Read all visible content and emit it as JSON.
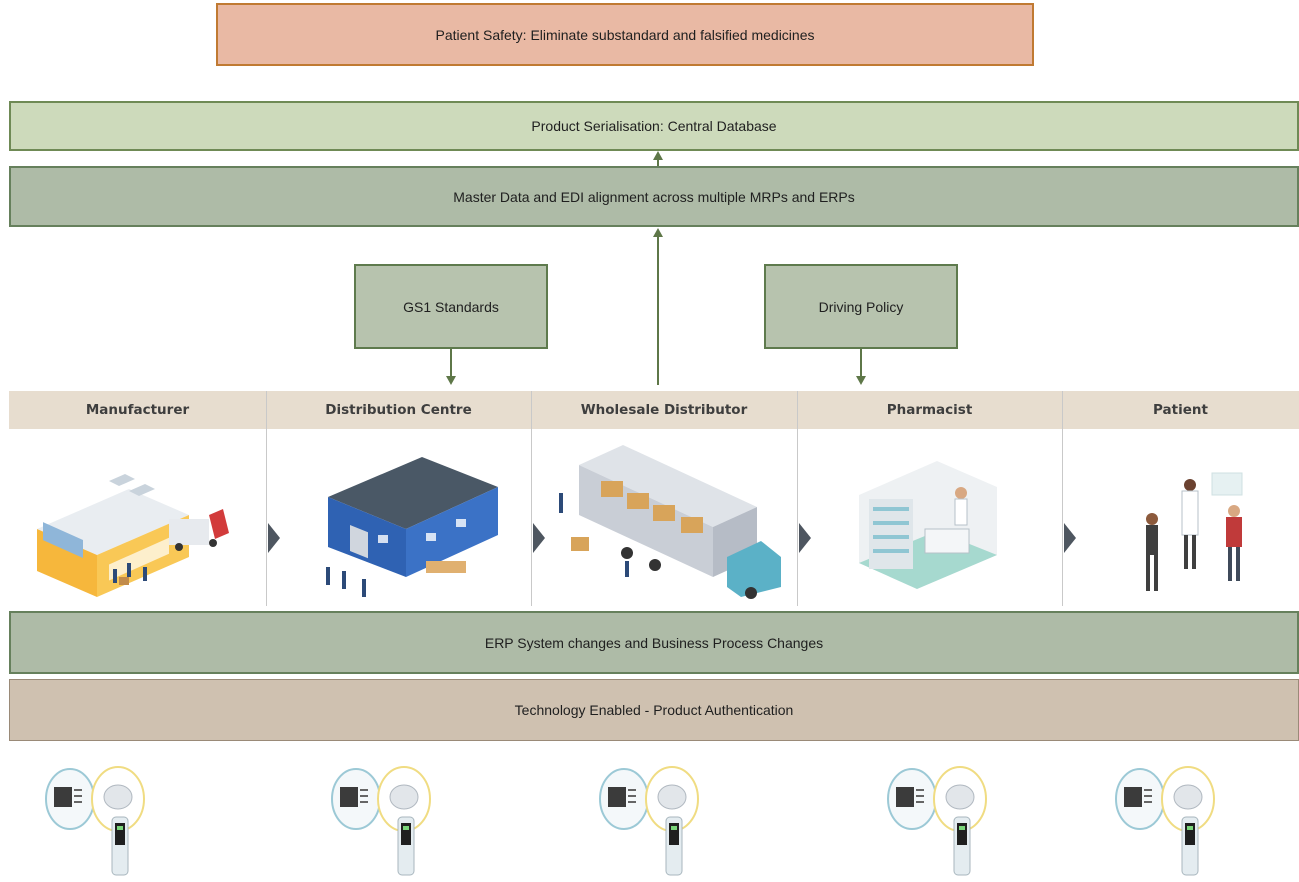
{
  "top_goal": "Patient Safety: Eliminate substandard and falsified medicines",
  "serialisation": "Product Serialisation: Central Database",
  "master_data": "Master Data and EDI alignment across multiple MRPs and ERPs",
  "standards": {
    "gs1": "GS1 Standards",
    "policy": "Driving Policy"
  },
  "stages": [
    {
      "label": "Manufacturer",
      "icon": "factory-illustration"
    },
    {
      "label": "Distribution Centre",
      "icon": "warehouse-illustration"
    },
    {
      "label": "Wholesale Distributor",
      "icon": "truck-illustration"
    },
    {
      "label": "Pharmacist",
      "icon": "pharmacy-illustration"
    },
    {
      "label": "Patient",
      "icon": "patient-illustration"
    }
  ],
  "erp": "ERP System changes and Business Process Changes",
  "tech": "Technology Enabled - Product Authentication",
  "colors": {
    "goal_fill": "#e9b9a4",
    "goal_border": "#c07a32",
    "light_green": "#cddabb",
    "mid_green": "#aebba7",
    "arrow": "#5e7748",
    "stage_header": "#e7ddcf",
    "tech_fill": "#cfc1b0"
  }
}
